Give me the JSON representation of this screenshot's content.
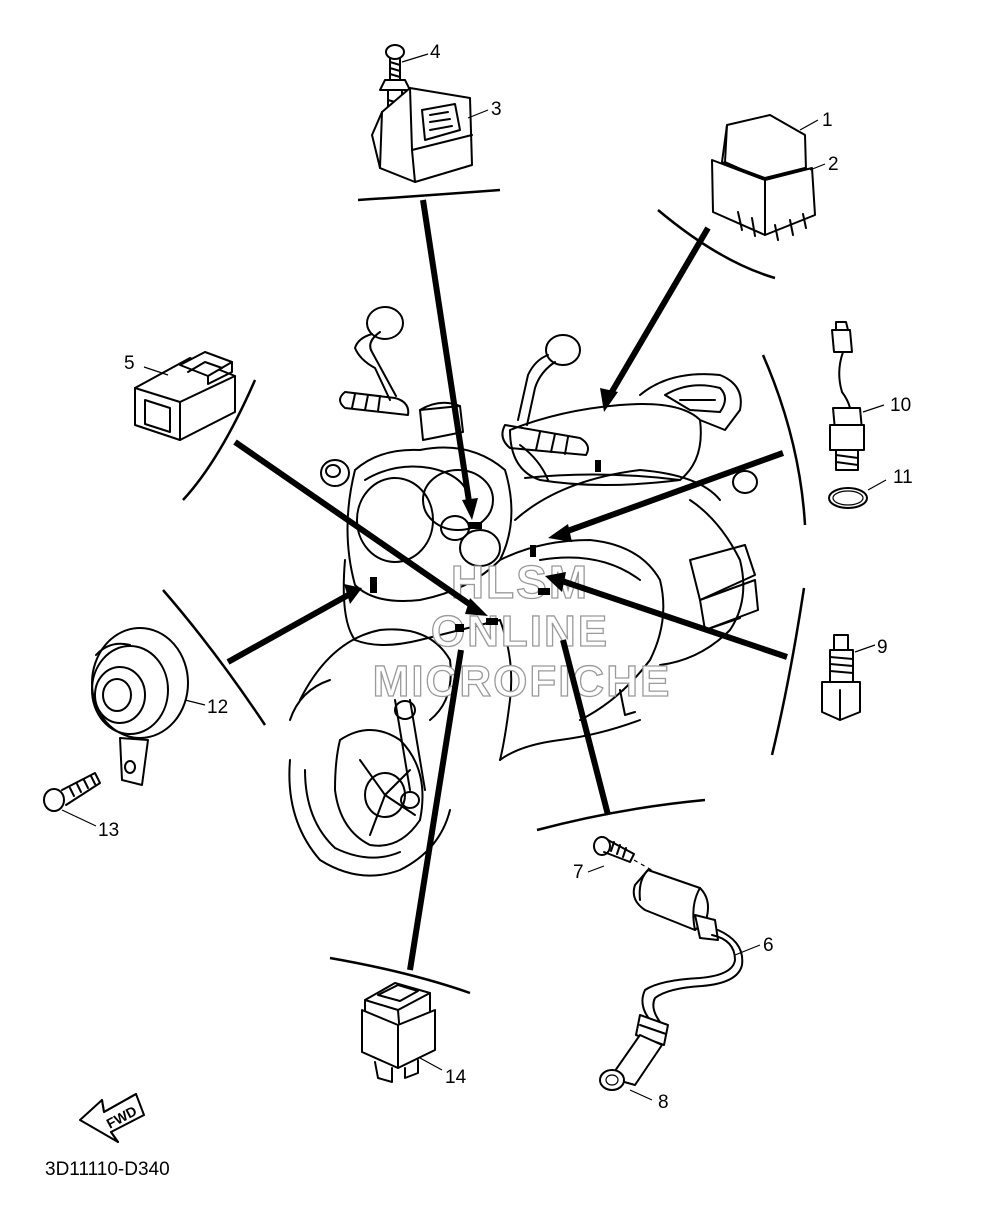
{
  "diagram_code": "3D11110-D340",
  "fwd_label": "FWD",
  "watermark": {
    "line1": "HLSM",
    "line2": "ONLINE",
    "line3": "MICROFICHE"
  },
  "callouts": [
    {
      "id": "1",
      "label": "1"
    },
    {
      "id": "2",
      "label": "2"
    },
    {
      "id": "3",
      "label": "3"
    },
    {
      "id": "4",
      "label": "4"
    },
    {
      "id": "5",
      "label": "5"
    },
    {
      "id": "6",
      "label": "6"
    },
    {
      "id": "7",
      "label": "7"
    },
    {
      "id": "8",
      "label": "8"
    },
    {
      "id": "9",
      "label": "9"
    },
    {
      "id": "10",
      "label": "10"
    },
    {
      "id": "11",
      "label": "11"
    },
    {
      "id": "12",
      "label": "12"
    },
    {
      "id": "13",
      "label": "13"
    },
    {
      "id": "14",
      "label": "14"
    }
  ],
  "icons": {
    "fwd_arrow": "fwd-arrow-icon"
  }
}
